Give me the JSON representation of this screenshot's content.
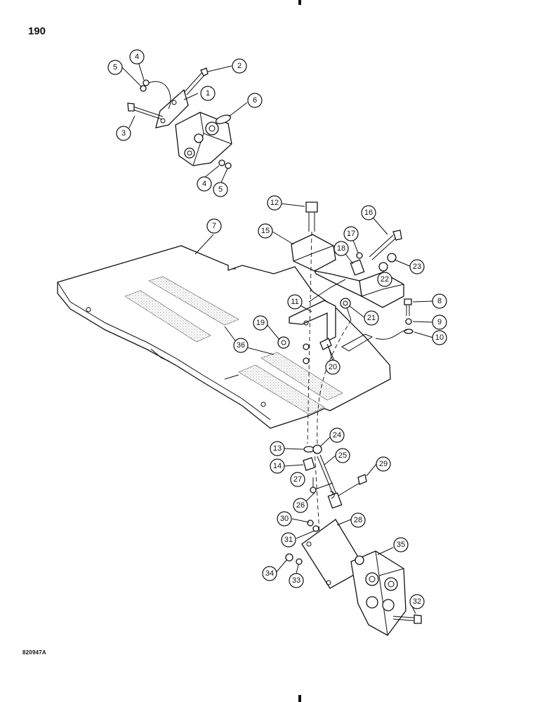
{
  "page": {
    "number": "190",
    "drawing_code": "820947A"
  },
  "callouts": [
    "1",
    "2",
    "3",
    "4",
    "5",
    "6",
    "7",
    "8",
    "9",
    "10",
    "11",
    "12",
    "13",
    "14",
    "15",
    "16",
    "17",
    "18",
    "19",
    "20",
    "21",
    "22",
    "23",
    "24",
    "25",
    "26",
    "27",
    "28",
    "29",
    "30",
    "31",
    "32",
    "33",
    "34",
    "35",
    "36"
  ],
  "parts": {
    "upper_valve": "valve-assembly",
    "floor_plate": "floor-plate",
    "pedal": "pedal-assembly",
    "lower_valve": "valve-assembly",
    "linkage_rod": "control-rod",
    "bracket": "mounting-bracket",
    "tread_strips": "anti-slip-strips"
  },
  "colors": {
    "ink": "#111111",
    "paper": "#ffffff",
    "tread": "#888888"
  }
}
